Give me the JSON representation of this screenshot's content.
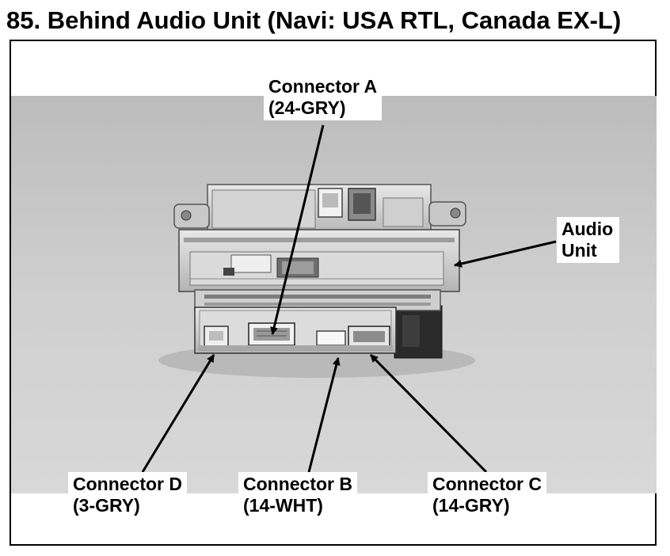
{
  "title": "85. Behind Audio Unit (Navi: USA RTL, Canada EX-L)",
  "callouts": {
    "connector_a": {
      "name": "Connector A",
      "spec": "(24-GRY)"
    },
    "audio_unit": {
      "line1": "Audio",
      "line2": "Unit"
    },
    "connector_d": {
      "name": "Connector D",
      "spec": "(3-GRY)"
    },
    "connector_b": {
      "name": "Connector B",
      "spec": "(14-WHT)"
    },
    "connector_c": {
      "name": "Connector C",
      "spec": "(14-GRY)"
    }
  },
  "colors": {
    "background_photo": "#c9c9c9",
    "arrow": "#000000",
    "frame": "#000000"
  }
}
